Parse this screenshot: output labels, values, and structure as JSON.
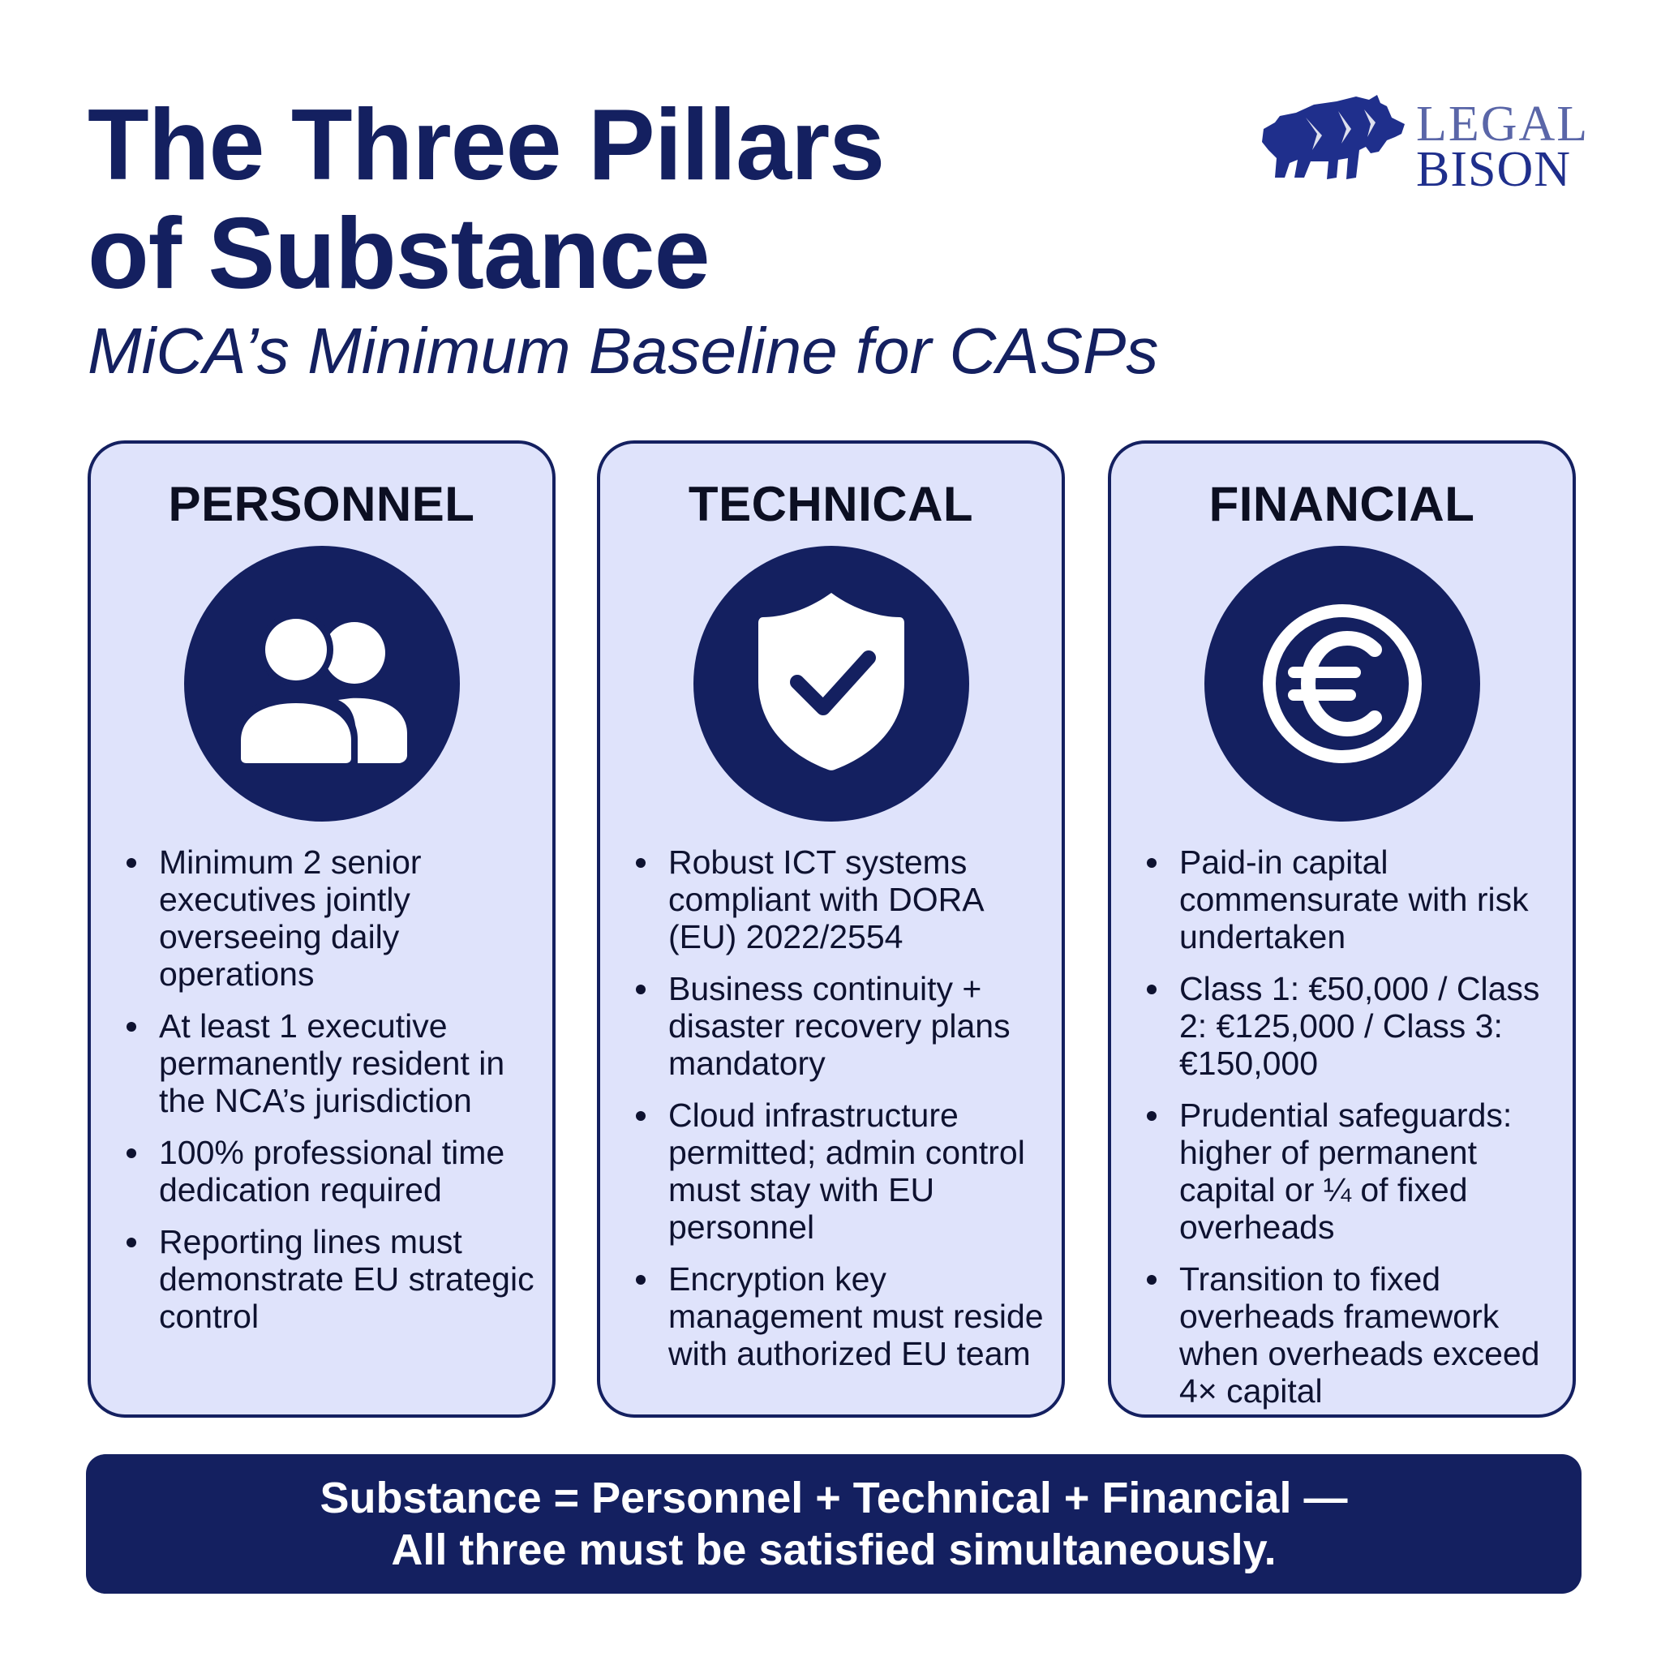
{
  "header": {
    "title_line1": "The Three Pillars",
    "title_line2": "of Substance",
    "subtitle": "MiCA’s Minimum Baseline for CASPs"
  },
  "logo": {
    "line1": "LEGAL",
    "line2": "BISON",
    "icon": "bison-icon"
  },
  "pillars": [
    {
      "heading": "PERSONNEL",
      "icon": "users-icon",
      "bullets": [
        "Minimum 2 senior executives jointly overseeing daily operations",
        "At least 1 executive permanently resident in the NCA’s jurisdiction",
        "100% professional time dedication required",
        "Reporting lines must demonstrate EU strategic control"
      ]
    },
    {
      "heading": "TECHNICAL",
      "icon": "shield-check-icon",
      "bullets": [
        "Robust ICT systems compliant with DORA (EU) 2022/2554",
        "Business continuity + disaster recovery plans mandatory",
        "Cloud infrastructure permitted; admin control must stay with EU personnel",
        "Encryption key management must reside with authorized EU team"
      ]
    },
    {
      "heading": "FINANCIAL",
      "icon": "euro-icon",
      "bullets": [
        "Paid-in capital commensurate with risk undertaken",
        "Class 1: €50,000 / Class 2: €125,000 / Class 3: €150,000",
        "Prudential safeguards: higher of permanent capital or ¼ of fixed overheads",
        "Transition to fixed overheads framework when overheads exceed 4× capital"
      ]
    }
  ],
  "banner": {
    "line1": "Substance = Personnel + Technical + Financial —",
    "line2": "All three must be satisfied simultaneously."
  },
  "colors": {
    "navy": "#142060",
    "card_bg": "#dfe3fb",
    "logo_blue": "#1f2f8c"
  }
}
